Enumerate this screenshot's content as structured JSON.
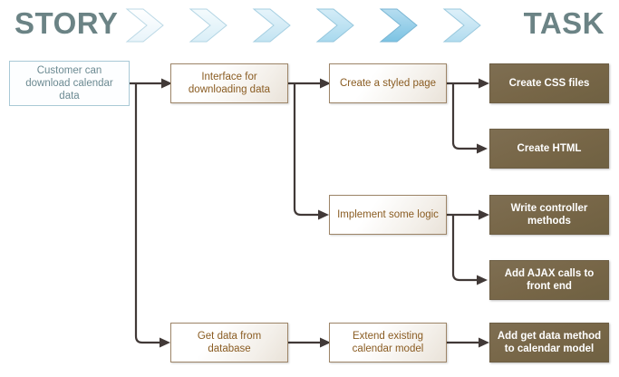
{
  "header": {
    "left_label": "STORY",
    "right_label": "TASK",
    "chevron_count": 6,
    "chevron_icon_name": "chevron-right-icon",
    "label_color": "#6b8385",
    "chevron_colors": [
      "#f2f9fc",
      "#e2f1f8",
      "#cfe9f4",
      "#b3dcef",
      "#8fcde9",
      "#bfe2f2"
    ]
  },
  "palette": {
    "story_border": "#a9c9d6",
    "story_text": "#6c8a92",
    "mid_border": "#9d8568",
    "mid_text": "#8a5c22",
    "task_fill": "#776647",
    "task_text": "#ffffff",
    "connector": "#413937"
  },
  "columns": [
    {
      "id": "story",
      "kind": "story"
    },
    {
      "id": "feature",
      "kind": "mid"
    },
    {
      "id": "detail",
      "kind": "mid"
    },
    {
      "id": "task",
      "kind": "task"
    }
  ],
  "nodes": [
    {
      "id": "n1",
      "kind": "story",
      "label": "Customer can download calendar data"
    },
    {
      "id": "n2",
      "kind": "mid",
      "label": "Interface for downloading data"
    },
    {
      "id": "n3",
      "kind": "mid",
      "label": "Get data from database"
    },
    {
      "id": "n4",
      "kind": "mid",
      "label": "Create a styled page"
    },
    {
      "id": "n5",
      "kind": "mid",
      "label": "Implement some logic"
    },
    {
      "id": "n6",
      "kind": "mid",
      "label": "Extend existing calendar model"
    },
    {
      "id": "n7",
      "kind": "task",
      "label": "Create CSS files"
    },
    {
      "id": "n8",
      "kind": "task",
      "label": "Create HTML"
    },
    {
      "id": "n9",
      "kind": "task",
      "label": "Write controller methods"
    },
    {
      "id": "n10",
      "kind": "task",
      "label": "Add AJAX calls to front end"
    },
    {
      "id": "n11",
      "kind": "task",
      "label": "Add get data method to calendar model"
    }
  ],
  "edges": [
    {
      "from": "n1",
      "to": "n2"
    },
    {
      "from": "n1",
      "to": "n3"
    },
    {
      "from": "n2",
      "to": "n4"
    },
    {
      "from": "n2",
      "to": "n5"
    },
    {
      "from": "n3",
      "to": "n6"
    },
    {
      "from": "n4",
      "to": "n7"
    },
    {
      "from": "n4",
      "to": "n8"
    },
    {
      "from": "n5",
      "to": "n9"
    },
    {
      "from": "n5",
      "to": "n10"
    },
    {
      "from": "n6",
      "to": "n11"
    }
  ]
}
